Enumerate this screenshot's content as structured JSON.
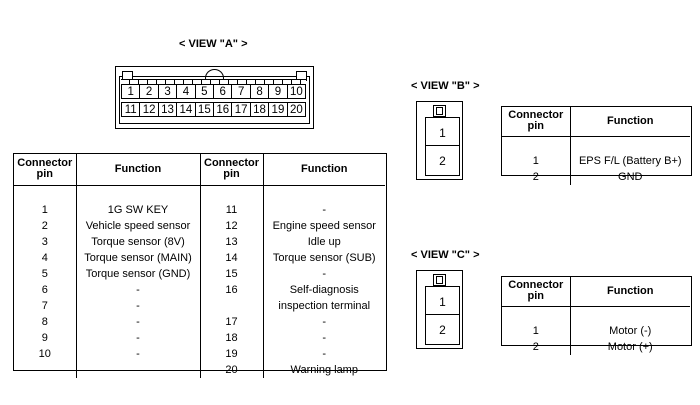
{
  "view_a": {
    "title": "< VIEW \"A\" >",
    "top_row": [
      "1",
      "2",
      "3",
      "4",
      "5",
      "6",
      "7",
      "8",
      "9",
      "10"
    ],
    "bottom_row": [
      "11",
      "12",
      "13",
      "14",
      "15",
      "16",
      "17",
      "18",
      "19",
      "20"
    ]
  },
  "view_b": {
    "title": "< VIEW \"B\" >",
    "pins": [
      "1",
      "2"
    ],
    "table": {
      "headers": [
        "Connector\npin",
        "Function"
      ],
      "rows": [
        [
          "1",
          "EPS F/L (Battery B+)"
        ],
        [
          "2",
          "GND"
        ]
      ]
    }
  },
  "view_c": {
    "title": "< VIEW \"C\" >",
    "pins": [
      "1",
      "2"
    ],
    "table": {
      "headers": [
        "Connector\npin",
        "Function"
      ],
      "rows": [
        [
          "1",
          "Motor (-)"
        ],
        [
          "2",
          "Motor (+)"
        ]
      ]
    }
  },
  "main_table": {
    "headers": [
      "Connector\npin",
      "Function",
      "Connector\npin",
      "Function"
    ],
    "rows": [
      [
        "1",
        "1G SW KEY",
        "11",
        "-"
      ],
      [
        "2",
        "Vehicle speed sensor",
        "12",
        "Engine speed sensor"
      ],
      [
        "3",
        "Torque sensor (8V)",
        "13",
        "Idle up"
      ],
      [
        "4",
        "Torque sensor (MAIN)",
        "14",
        "Torque sensor (SUB)"
      ],
      [
        "5",
        "Torque sensor (GND)",
        "15",
        "-"
      ],
      [
        "6",
        "-",
        "16",
        "Self-diagnosis"
      ],
      [
        "7",
        "-",
        "",
        "inspection terminal"
      ],
      [
        "8",
        "-",
        "17",
        "-"
      ],
      [
        "9",
        "-",
        "18",
        "-"
      ],
      [
        "10",
        "-",
        "19",
        "-"
      ],
      [
        "",
        "",
        "20",
        "Warning lamp"
      ]
    ]
  }
}
